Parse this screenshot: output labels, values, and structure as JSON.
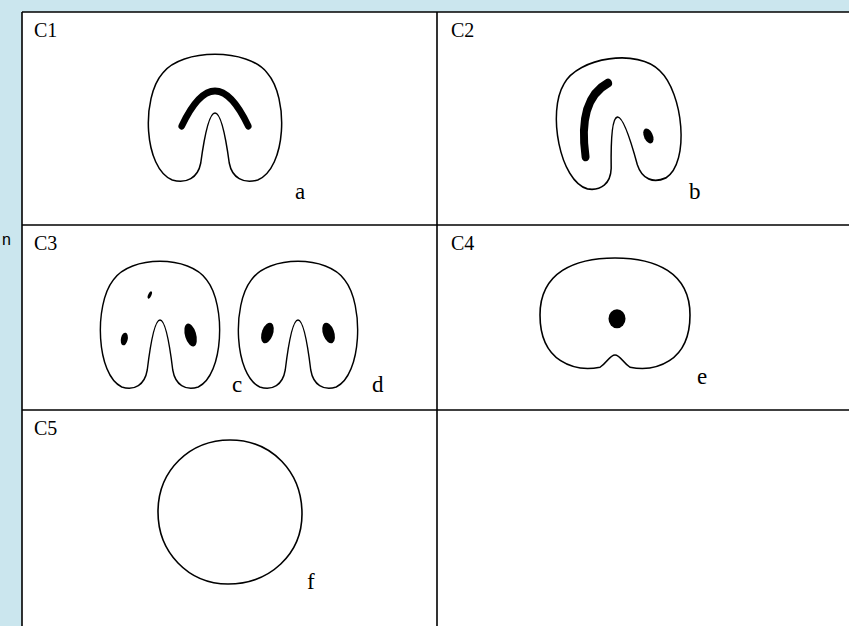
{
  "diagram": {
    "nodes": [
      {
        "text": [
          "C1",
          "a"
        ]
      },
      {
        "text": [
          "C2",
          "b"
        ]
      },
      {
        "text": [
          "C3",
          "c",
          "d"
        ]
      },
      {
        "text": [
          "C4",
          "e"
        ]
      },
      {
        "text": [
          "C5",
          "f"
        ]
      }
    ],
    "labels": [
      "n"
    ]
  }
}
